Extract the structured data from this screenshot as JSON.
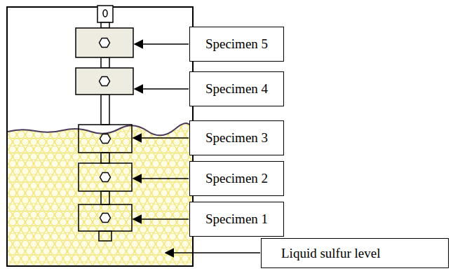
{
  "diagram": {
    "nodes": [
      {
        "text": [
          "Specimen 5"
        ]
      },
      {
        "text": [
          "Specimen 4"
        ]
      },
      {
        "text": [
          "Specimen 3"
        ]
      },
      {
        "text": [
          "Specimen 2"
        ]
      },
      {
        "text": [
          "Specimen 1"
        ]
      },
      {
        "text": [
          "Liquid sulfur level"
        ]
      }
    ]
  }
}
